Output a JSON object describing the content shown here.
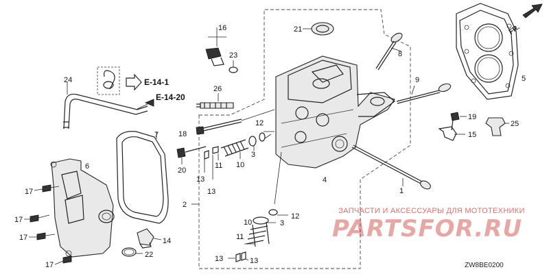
{
  "diagram": {
    "callouts": {
      "p1": "1",
      "p2": "2",
      "p3a": "3",
      "p3b": "3",
      "p4": "4",
      "p5": "5",
      "p6": "6",
      "p7": "7",
      "p8": "8",
      "p9": "9",
      "p10a": "10",
      "p10b": "10",
      "p11a": "11",
      "p11b": "11",
      "p12a": "12",
      "p12b": "12",
      "p13a": "13",
      "p13b": "13",
      "p13c": "13",
      "p13d": "13",
      "p14": "14",
      "p15": "15",
      "p16": "16",
      "p17a": "17",
      "p17b": "17",
      "p17c": "17",
      "p17d": "17",
      "p18": "18",
      "p19": "19",
      "p20": "20",
      "p21": "21",
      "p22": "22",
      "p23": "23",
      "p24": "24",
      "p25": "25",
      "p26": "26"
    },
    "references": {
      "ref1": "E-14-1",
      "ref2": "E-14-20"
    },
    "front_marker": "FR.",
    "diagram_code": "ZW8BE0200"
  },
  "watermark": {
    "tagline": "ЗАПЧАСТИ И АКСЕССУАРЫ ДЛЯ МОТОТЕХНИКИ",
    "logo_text": "PARTSFOR.RU"
  }
}
